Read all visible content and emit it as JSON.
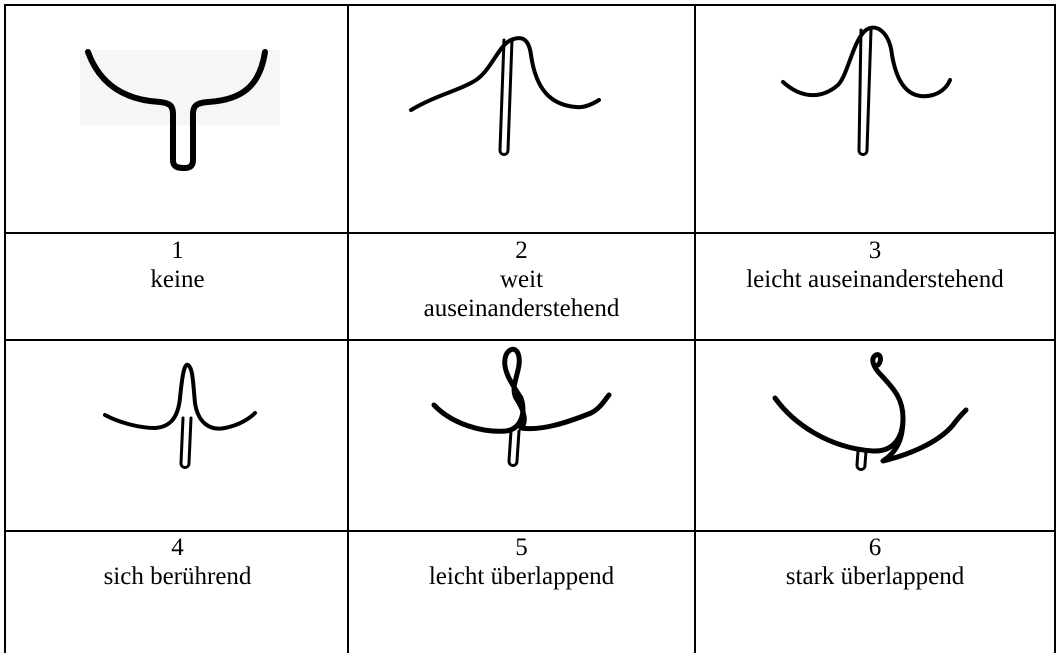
{
  "items": [
    {
      "number": "1",
      "label": "keine",
      "icon": "no-overlap-icon"
    },
    {
      "number": "2",
      "label": "weit auseinanderstehend",
      "icon": "widely-apart-icon"
    },
    {
      "number": "3",
      "label": "leicht auseinanderstehend",
      "icon": "slightly-apart-icon"
    },
    {
      "number": "4",
      "label": "sich berührend",
      "icon": "touching-icon"
    },
    {
      "number": "5",
      "label": "leicht überlappend",
      "icon": "slightly-overlapping-icon"
    },
    {
      "number": "6",
      "label": "stark überlappend",
      "icon": "strongly-overlapping-icon"
    }
  ]
}
